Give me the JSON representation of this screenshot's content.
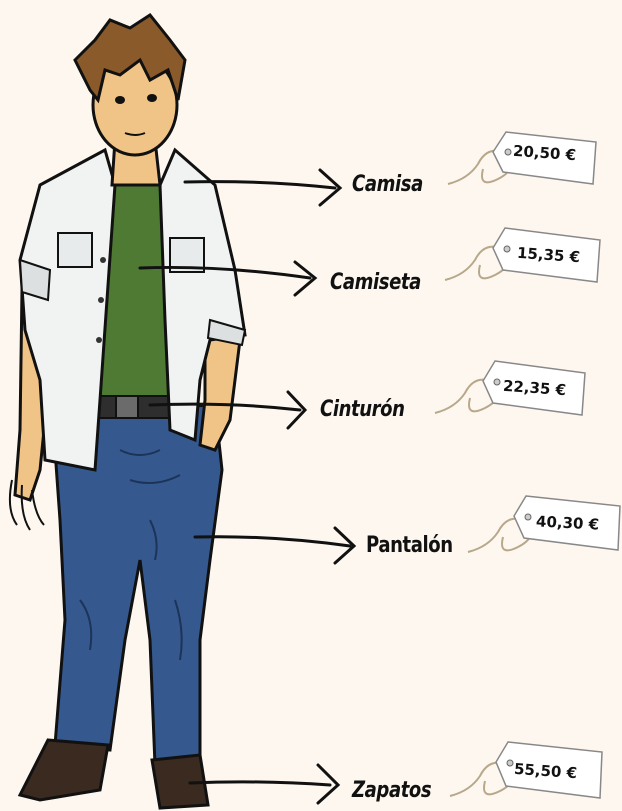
{
  "items": [
    {
      "name": "Camisa",
      "price": "20,50 €"
    },
    {
      "name": "Camiseta",
      "price": "15,35 €"
    },
    {
      "name": "Cinturón",
      "price": "22,35 €"
    },
    {
      "name": "Pantalón",
      "price": "40,30 €"
    },
    {
      "name": "Zapatos",
      "price": "55,50 €"
    }
  ],
  "colors": {
    "background": "#fdf7ef",
    "shirt": "#f1f3f3",
    "tshirt": "#4e7a33",
    "jeans": "#35598f",
    "skin": "#f0c486",
    "hair": "#8a5a2a",
    "shoes": "#3a2a20",
    "tag": "#ffffff"
  }
}
